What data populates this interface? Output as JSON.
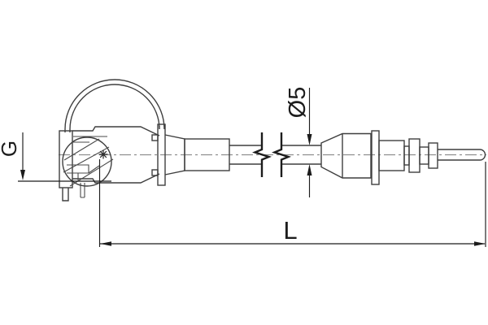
{
  "drawing": {
    "labels": {
      "thread": "G",
      "diameter": "Ø5",
      "length": "L"
    },
    "colors": {
      "outline": "#3f3f3f",
      "dimension": "#1c1c1c",
      "centerline": "#8f8f8f",
      "background": "#ffffff"
    }
  }
}
